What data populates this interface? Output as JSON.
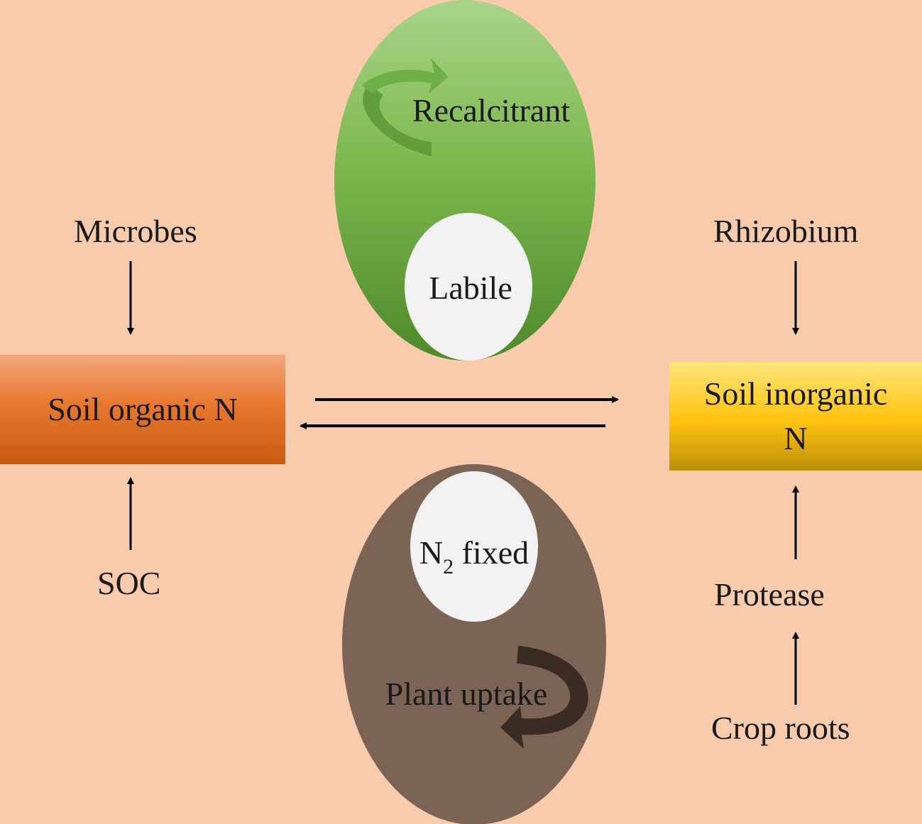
{
  "top_ellipse": {
    "outer_label": "Recalcitrant",
    "inner_label": "Labile"
  },
  "bottom_ellipse": {
    "inner_label_main": "N",
    "inner_label_sub": "2",
    "inner_label_rest": " fixed",
    "outer_label": "Plant uptake"
  },
  "left": {
    "top_label": "Microbes",
    "box_label": "Soil organic N",
    "bottom_label": "SOC"
  },
  "right": {
    "top_label": "Rhizobium",
    "box_label_line1": "Soil inorganic",
    "box_label_line2": "N",
    "middle_label": "Protease",
    "bottom_label": "Crop roots"
  },
  "colors": {
    "background": "#F8CBAD",
    "green_ellipse": "#7DB84E",
    "brown_ellipse": "#7B6355",
    "organic_box": "#E8782F",
    "inorganic_box": "#FFC20E"
  }
}
